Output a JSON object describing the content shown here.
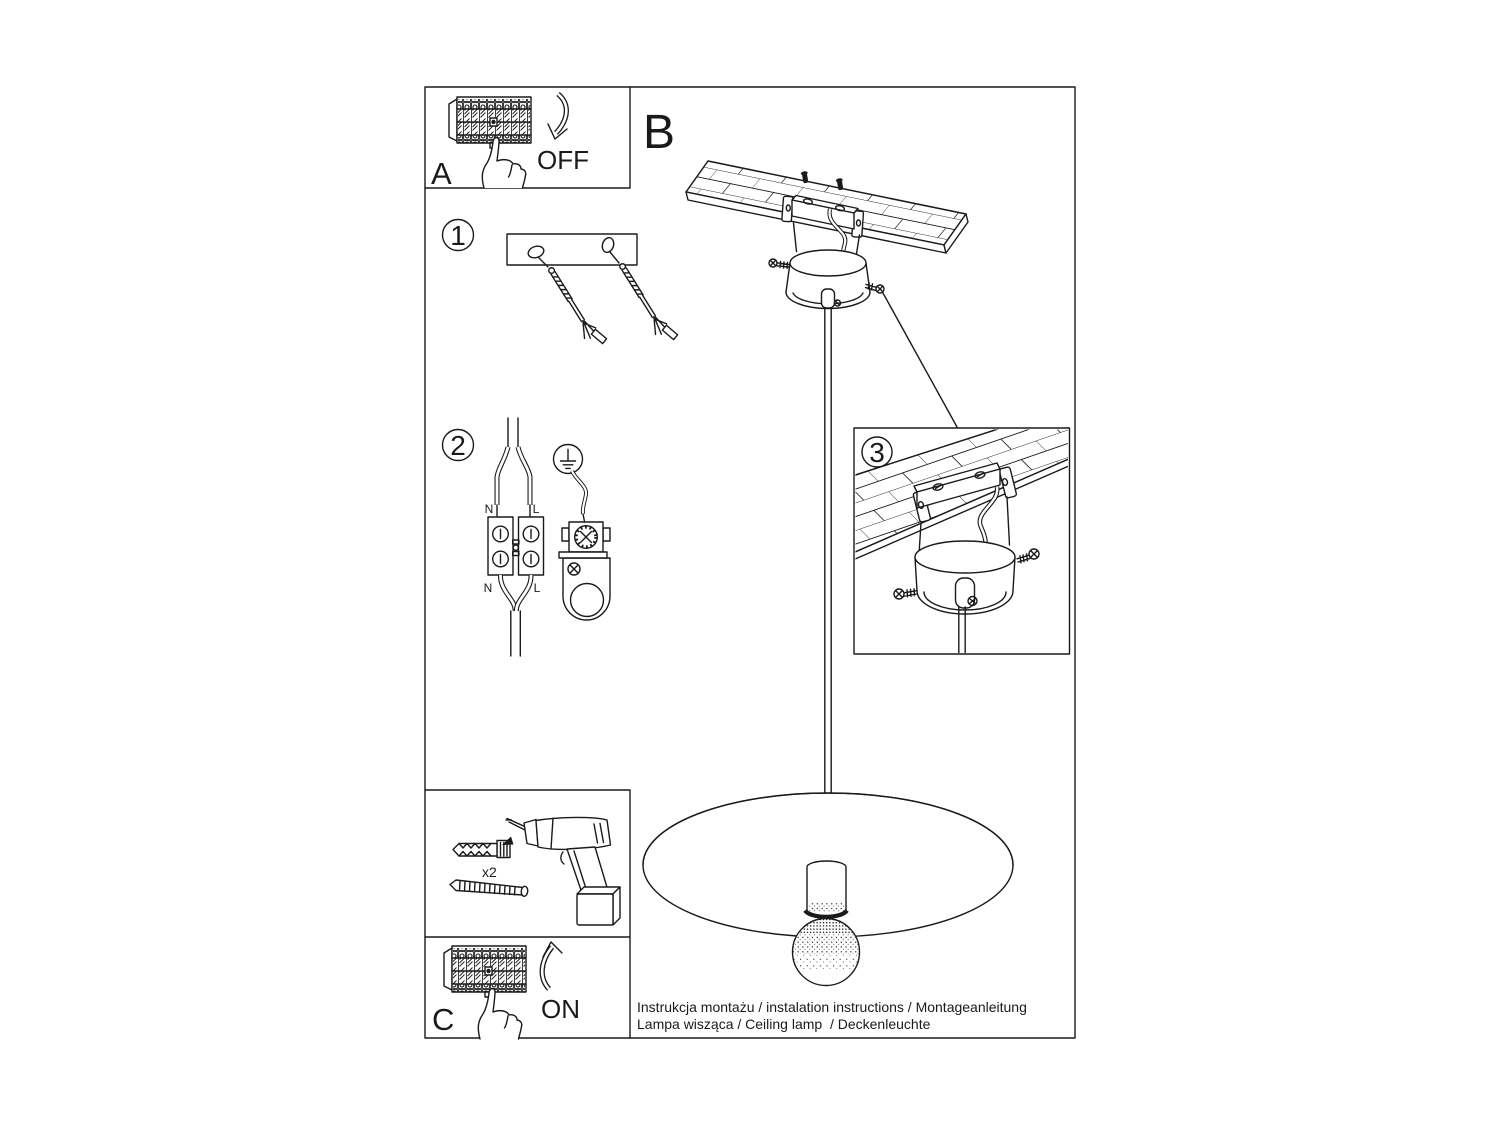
{
  "colors": {
    "ink": "#1a1a1a",
    "paper": "#ffffff"
  },
  "panel_a": {
    "label": "A",
    "switch_state": "OFF"
  },
  "panel_c": {
    "label": "C",
    "switch_state": "ON"
  },
  "section_b_label": "B",
  "steps": {
    "step1": "1",
    "step2": "2",
    "step3": "3"
  },
  "wiring": {
    "top_left": "N",
    "top_right": "L",
    "bottom_left": "N",
    "bottom_right": "L"
  },
  "hardware": {
    "quantity_label": "x2"
  },
  "footer": {
    "line1": "Instrukcja montażu / instalation instructions / Montageanleitung",
    "line2": "Lampa wisząca / Ceiling lamp  / Deckenleuchte"
  }
}
